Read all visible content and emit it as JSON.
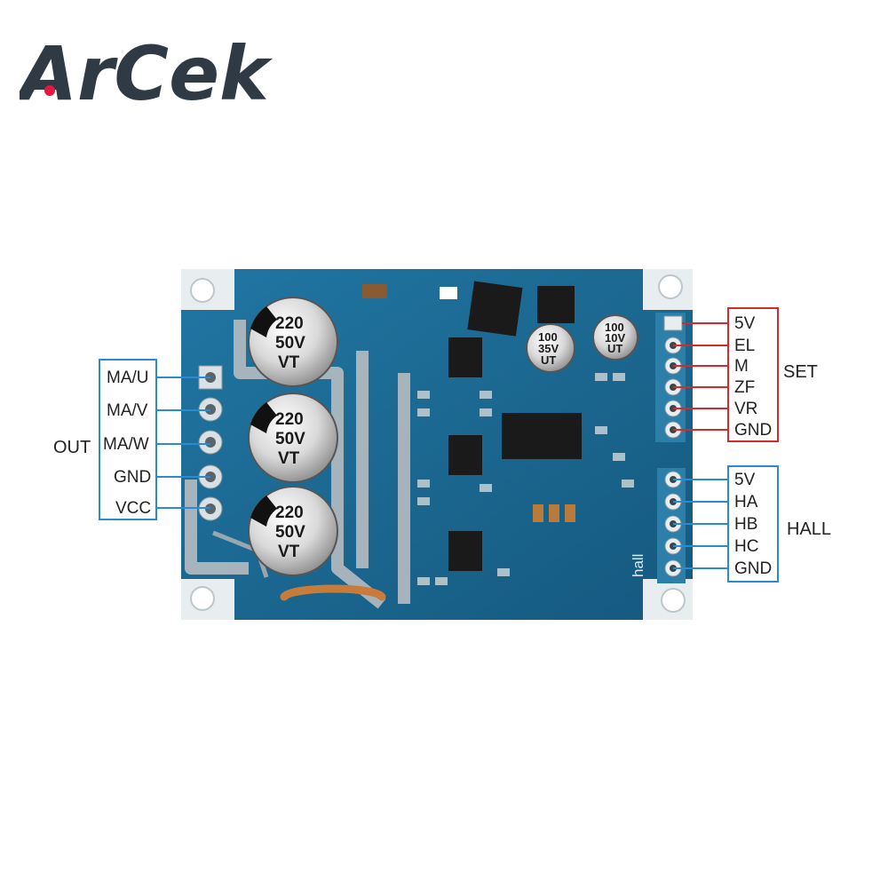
{
  "brand": {
    "name": "ArCek",
    "accent": "#e8173d",
    "color": "#2f3a45"
  },
  "board": {
    "color": "#1f6f9a",
    "big_caps": [
      {
        "value": "220",
        "voltage": "50V",
        "series": "VT"
      },
      {
        "value": "220",
        "voltage": "50V",
        "series": "VT"
      },
      {
        "value": "220",
        "voltage": "50V",
        "series": "VT"
      }
    ],
    "small_caps": [
      {
        "value": "100",
        "voltage": "35V",
        "series": "UT"
      },
      {
        "value": "100",
        "voltage": "10V",
        "series": "UT"
      }
    ],
    "silk_hall": "hall"
  },
  "out": {
    "group_label": "OUT",
    "color": "#2a8ad4",
    "pins": [
      "MA/U",
      "MA/V",
      "MA/W",
      "GND",
      "VCC"
    ]
  },
  "set": {
    "group_label": "SET",
    "color": "#d42a2a",
    "pins": [
      "5V",
      "EL",
      "M",
      "ZF",
      "VR",
      "GND"
    ]
  },
  "hall": {
    "group_label": "HALL",
    "color": "#2a8ad4",
    "pins": [
      "5V",
      "HA",
      "HB",
      "HC",
      "GND"
    ]
  }
}
